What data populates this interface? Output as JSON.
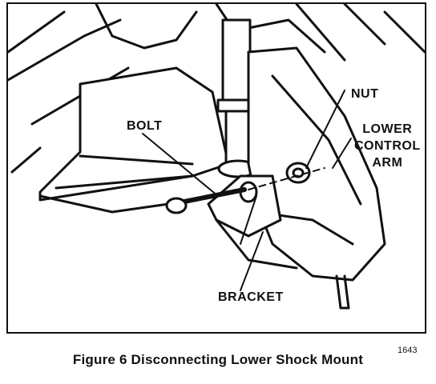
{
  "callouts": {
    "bolt": "BOLT",
    "nut": "NUT",
    "lower_control_arm": [
      "LOWER",
      "CONTROL",
      "ARM"
    ],
    "bracket": "BRACKET"
  },
  "figure": {
    "caption": "Figure 6  Disconnecting Lower Shock Mount",
    "code": "1643"
  }
}
